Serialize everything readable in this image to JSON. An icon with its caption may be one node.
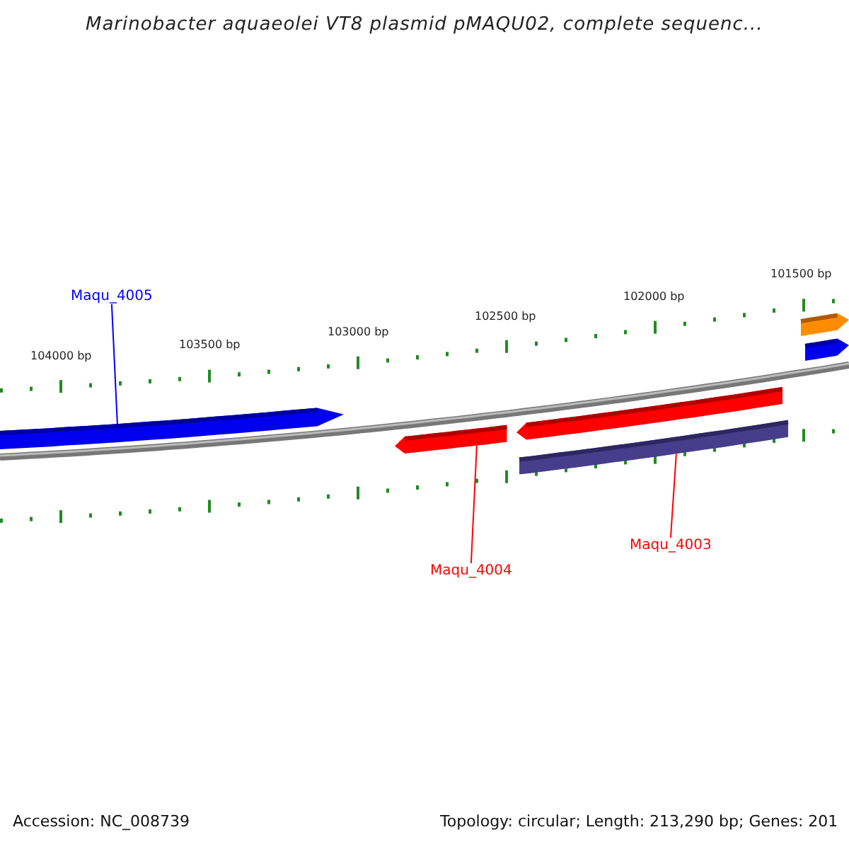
{
  "diagram": {
    "title": "Marinobacter aquaeolei VT8 plasmid pMAQU02, complete sequenc...",
    "nodes": [
      {
        "text": [
          "Maqu_4005"
        ]
      },
      {
        "text": [
          "Maqu_4004"
        ]
      },
      {
        "text": [
          "Maqu_4003"
        ]
      },
      {
        "text": [],
        "shape": "bar"
      },
      {
        "text": [],
        "shape": "bar"
      },
      {
        "text": [],
        "shape": "bar"
      },
      {
        "text": [],
        "shape": "bar"
      },
      {
        "text": [],
        "shape": "bar"
      },
      {
        "text": [],
        "shape": "bar"
      }
    ],
    "edges": [
      {
        "from": 0,
        "to": 3,
        "arrow": "none",
        "color": "#0000ff"
      },
      {
        "from": 1,
        "to": 4,
        "arrow": "none"
      },
      {
        "from": 2,
        "to": 6,
        "arrow": "none"
      }
    ],
    "labels": [
      "104000 bp",
      "103500 bp",
      "103000 bp",
      "102500 bp",
      "102000 bp",
      "101500 bp",
      "Accession: NC_008739",
      "Topology: circular; Length: 213,290 bp; Genes: 201"
    ]
  }
}
